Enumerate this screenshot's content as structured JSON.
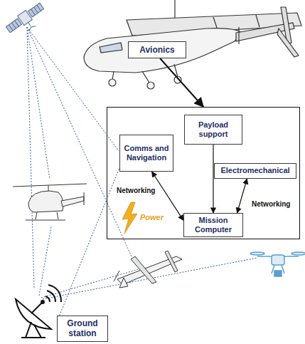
{
  "diagram": {
    "nodes": [
      {
        "text": [
          "Avionics"
        ]
      },
      {
        "text": [
          "Power"
        ]
      },
      {
        "text": [
          "Payload support"
        ],
        "in": 1
      },
      {
        "text": [
          "Comms and Navigation"
        ],
        "in": 1
      },
      {
        "text": [
          "Electromechanical"
        ],
        "in": 1
      },
      {
        "text": [
          "Mission Computer"
        ],
        "in": 1
      },
      {
        "text": [
          "Ground station"
        ]
      }
    ],
    "edges": [
      {
        "from": 0,
        "to": 1,
        "arrow": "to"
      },
      {
        "from": 2,
        "to": 5,
        "arrow": "to"
      },
      {
        "from": 3,
        "to": 5,
        "label": "Networking",
        "arrow": "both"
      },
      {
        "from": 4,
        "to": 5,
        "label": "Networking",
        "arrow": "both"
      },
      {
        "from": 6,
        "to": 3,
        "arrow": "none"
      }
    ]
  }
}
